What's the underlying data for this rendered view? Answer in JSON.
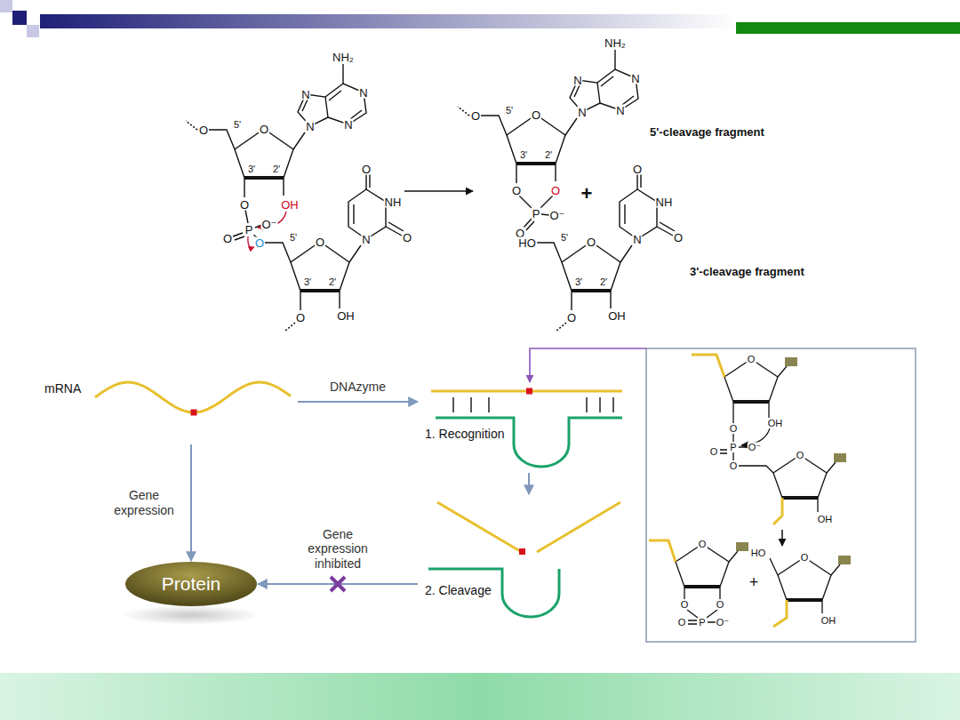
{
  "diagram": {
    "nodes": [
      {
        "text": [
          "mRNA"
        ]
      },
      {
        "text": [
          "1. Recognition"
        ]
      },
      {
        "text": [
          "2. Cleavage"
        ]
      },
      {
        "text": [
          "Protein"
        ]
      }
    ],
    "edges": [
      {
        "from": 0,
        "to": 3,
        "arrow": "to",
        "label": "Gene expression"
      },
      {
        "from": 0,
        "to": 1,
        "arrow": "to",
        "label": "DNAzyme"
      },
      {
        "from": 1,
        "to": 2,
        "arrow": "to"
      },
      {
        "from": 2,
        "to": 3,
        "arrow": "to",
        "label": "Gene expression inhibited"
      }
    ],
    "labels": [
      "O",
      "5'",
      "3'",
      "2'",
      "O",
      "O",
      "OH",
      "N",
      "N",
      "N",
      "N",
      "NH₂",
      "P",
      "O⁻",
      "O",
      "O",
      "5'",
      "3'",
      "2'",
      "O",
      "O",
      "OH",
      "N",
      "NH",
      "O",
      "O",
      "O",
      "5'",
      "3'",
      "2'",
      "O",
      "O",
      "O",
      "N",
      "N",
      "N",
      "N",
      "NH₂",
      "P",
      "O⁻",
      "O",
      "5'-cleavage fragment",
      "+",
      "HO",
      "O",
      "5'",
      "3'",
      "2'",
      "O",
      "OH",
      "N",
      "NH",
      "O",
      "O",
      "3'-cleavage fragment",
      "O",
      "O",
      "OH",
      "P",
      "O⁻",
      "O",
      "O",
      "O",
      "OH",
      "O",
      "O",
      "O",
      "P",
      "O⁻",
      "O",
      "+",
      "HO",
      "O",
      "OH"
    ]
  }
}
